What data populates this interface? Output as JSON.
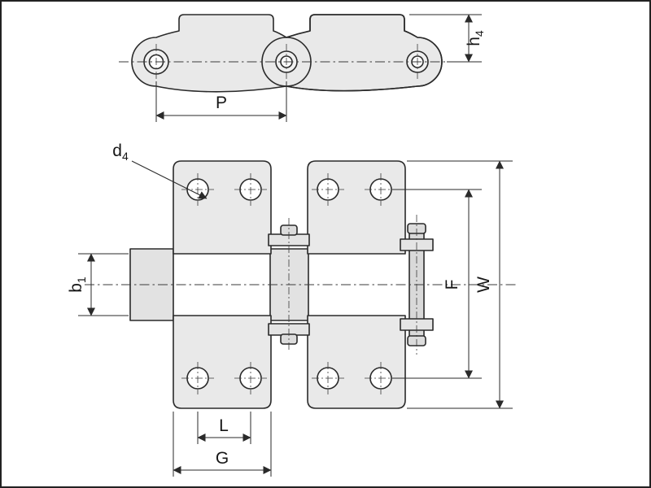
{
  "dimensions": {
    "pitch": {
      "label": "P"
    },
    "attachment_height": {
      "label": "h",
      "sub": "4"
    },
    "hole_diameter": {
      "label": "d",
      "sub": "4"
    },
    "inner_width": {
      "label": "b",
      "sub": "1"
    },
    "hole_spacing": {
      "label": "L"
    },
    "attachment_length": {
      "label": "G"
    },
    "hole_span": {
      "label": "F"
    },
    "overall_width": {
      "label": "W"
    }
  },
  "colors": {
    "outline": "#2a2a2a",
    "plate_fill": "#e9e9e9",
    "roller_fill": "#e2e2e2",
    "pin_fill": "#d9d9d9",
    "hole_fill": "#ffffff",
    "background": "#ffffff"
  }
}
